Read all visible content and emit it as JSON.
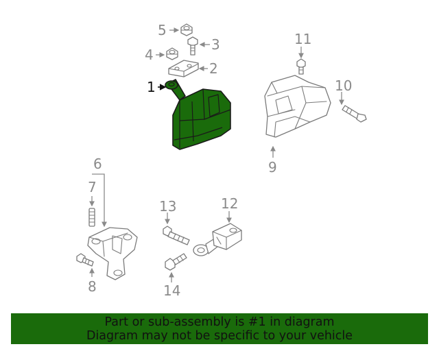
{
  "colors": {
    "highlight": "#1a6b0b",
    "banner_bg": "#1a6b0b",
    "line_gray": "#7a7a7a",
    "label_gray": "#8a8a8a",
    "label_active": "#111111"
  },
  "callouts": {
    "c1": "1",
    "c2": "2",
    "c3": "3",
    "c4": "4",
    "c5": "5",
    "c6": "6",
    "c7": "7",
    "c8": "8",
    "c9": "9",
    "c10": "10",
    "c11": "11",
    "c12": "12",
    "c13": "13",
    "c14": "14"
  },
  "highlighted_part": "1",
  "banner": {
    "line1": "Part or sub-assembly is #1 in diagram",
    "line2": "Diagram may not be specific to your vehicle"
  }
}
